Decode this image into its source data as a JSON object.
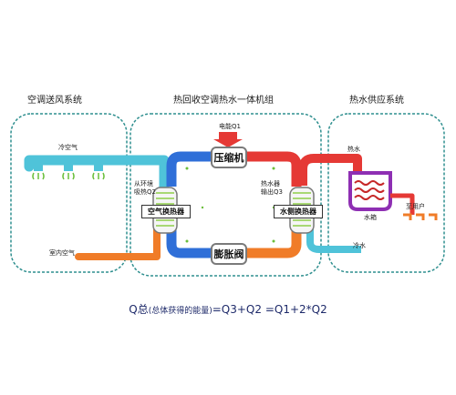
{
  "sections": {
    "left_title": "空调送风系统",
    "middle_title": "热回收空调热水一体机组",
    "right_title": "热水供应系统"
  },
  "labels": {
    "electric_q1": "电能Q1",
    "compressor": "压缩机",
    "expansion_valve": "膨胀阀",
    "air_exchanger": "空气换热器",
    "water_exchanger": "水侧换热器",
    "absorb_q2_line1": "从环境",
    "absorb_q2_line2": "吸热Q2",
    "output_q3_line1": "热水器",
    "output_q3_line2": "输出Q3",
    "cold_air": "冷空气",
    "indoor_air": "室内空气",
    "hot_water": "热水",
    "tank": "水箱",
    "to_user": "至用户",
    "cold_water": "冷水"
  },
  "formula": {
    "prefix": "Q总",
    "paren": "(总体获得的能量)",
    "suffix": "=Q3+Q2 =Q1+2*Q2"
  },
  "colors": {
    "cold_pipe": "#4fc3d9",
    "hot_pipe": "#e53935",
    "warm_pipe": "#f07c28",
    "blue_pipe": "#2f6fd8",
    "frame": "#2f8f8f",
    "tank": "#8e2fb3",
    "leaf": "#6bbf3b"
  }
}
